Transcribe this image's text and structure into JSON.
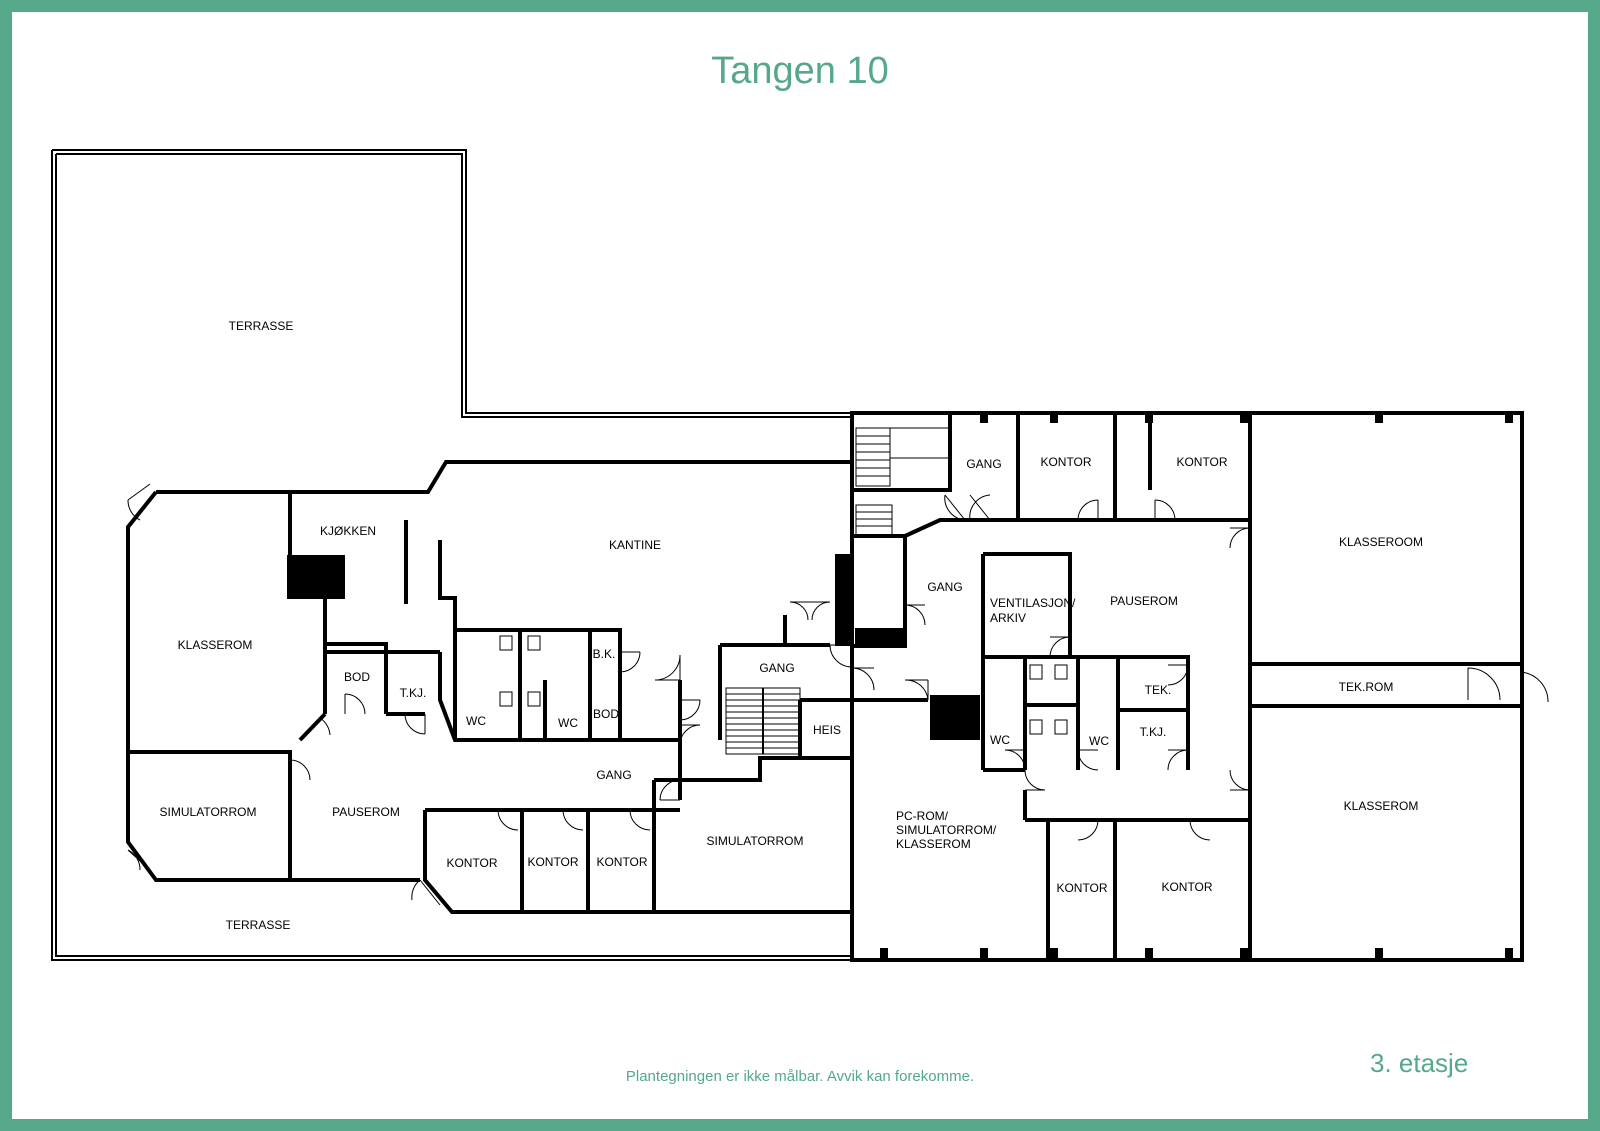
{
  "title": "Tangen 10",
  "floor": "3. etasje",
  "disclaimer": "Plantegningen er ikke målbar. Avvik kan forekomme.",
  "colors": {
    "accent": "#55a888",
    "wall": "#000000"
  },
  "rooms": {
    "terrasse_top": "TERRASSE",
    "terrasse_bottom": "TERRASSE",
    "kjokken": "KJØKKEN",
    "kantine": "KANTINE",
    "klasserom_left": "KLASSEROM",
    "bod_left": "BOD",
    "tkj_left": "T.KJ.",
    "bk": "B.K.",
    "bod_mid": "BOD",
    "wc_a": "WC",
    "wc_b": "WC",
    "simulatorrom_left": "SIMULATORROM",
    "pauserom_left": "PAUSEROM",
    "gang_center": "GANG",
    "gang_stair": "GANG",
    "heis": "HEIS",
    "kontor_a": "KONTOR",
    "kontor_b": "KONTOR",
    "kontor_c": "KONTOR",
    "simulatorrom_mid": "SIMULATORROM",
    "gang_top": "GANG",
    "kontor_top_1": "KONTOR",
    "kontor_top_2": "KONTOR",
    "gang_right": "GANG",
    "ventilasjon_1": "VENTILASJON/",
    "ventilasjon_2": "ARKIV",
    "pauserom_right": "PAUSEROM",
    "tek": "TEK.",
    "tkj_right": "T.KJ.",
    "wc_c": "WC",
    "wc_d": "WC",
    "pcrom_1": "PC-ROM/",
    "pcrom_2": "SIMULATORROM/",
    "pcrom_3": "KLASSEROM",
    "kontor_d": "KONTOR",
    "kontor_e": "KONTOR",
    "klasseroom_right": "KLASSEROOM",
    "tekrom": "TEK.ROM",
    "klasserom_right": "KLASSEROM"
  }
}
